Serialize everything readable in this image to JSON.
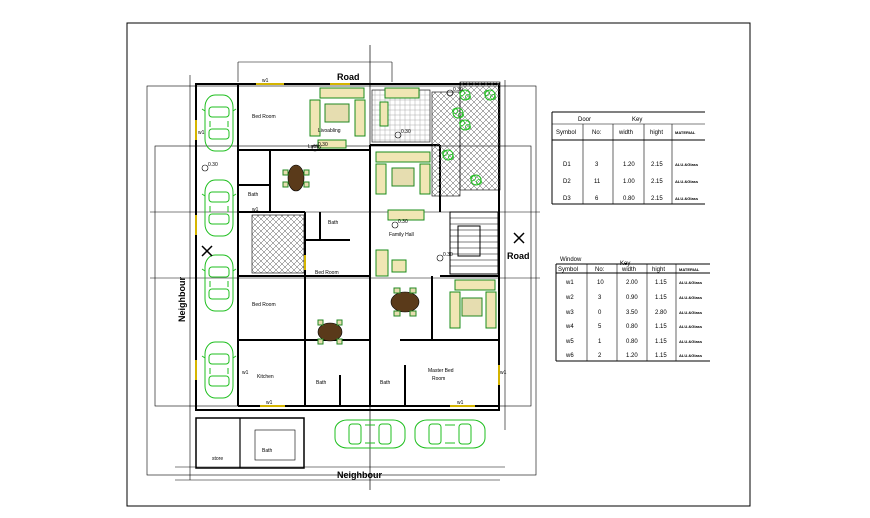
{
  "labels": {
    "road_top": "Road",
    "road_right": "Road",
    "neighbour_left": "Neighbour",
    "neighbour_bottom": "Neighbour",
    "bed_room_1": "Bed Room",
    "bed_room_2": "Bed Room",
    "bed_room_3": "Bed Room",
    "master_bed": "Master Bed",
    "master_bed_2": "Room",
    "living": "Livoabling",
    "family_hall": "Family Hall",
    "kitchen": "Kitchen",
    "bath_1": "Bath",
    "bath_2": "Bath",
    "bath_3": "Bath",
    "bath_4": "Bath",
    "bath_5": "Bath",
    "lobby": "Lobby",
    "store": "store",
    "w1_a": "w1",
    "w1_b": "w1",
    "w1_c": "w1",
    "w1_d": "w1",
    "w1_e": "w1",
    "w1_f": "w1",
    "w1_g": "w1",
    "lvl_1": "0.30",
    "lvl_2": "0.30",
    "lvl_3": "0.30",
    "lvl_4": "0.30",
    "lvl_5": "0.30",
    "lvl_6": "0.30"
  },
  "door_table": {
    "title": "Door",
    "key": "Key",
    "headers": [
      "Symbol",
      "No:",
      "width",
      "hight",
      "MATERIAL"
    ],
    "rows": [
      [
        "D1",
        "3",
        "1.20",
        "2.15",
        "ALU.&Glass"
      ],
      [
        "D2",
        "11",
        "1.00",
        "2.15",
        "ALU.&Glass"
      ],
      [
        "D3",
        "6",
        "0.80",
        "2.15",
        "ALU.&Glass"
      ]
    ]
  },
  "window_table": {
    "title": "Window",
    "key": "Key",
    "headers": [
      "Symbol",
      "No:",
      "width",
      "hight",
      "MATERIAL"
    ],
    "rows": [
      [
        "w1",
        "10",
        "2.00",
        "1.15",
        "ALU.&Glass"
      ],
      [
        "w2",
        "3",
        "0.90",
        "1.15",
        "ALU.&Glass"
      ],
      [
        "w3",
        "0",
        "3.50",
        "2.80",
        "ALU.&Glass"
      ],
      [
        "w4",
        "5",
        "0.80",
        "1.15",
        "ALU.&Glass"
      ],
      [
        "w5",
        "1",
        "0.80",
        "1.15",
        "ALU.&Glass"
      ],
      [
        "w6",
        "2",
        "1.20",
        "1.15",
        "ALU.&Glass"
      ]
    ]
  }
}
